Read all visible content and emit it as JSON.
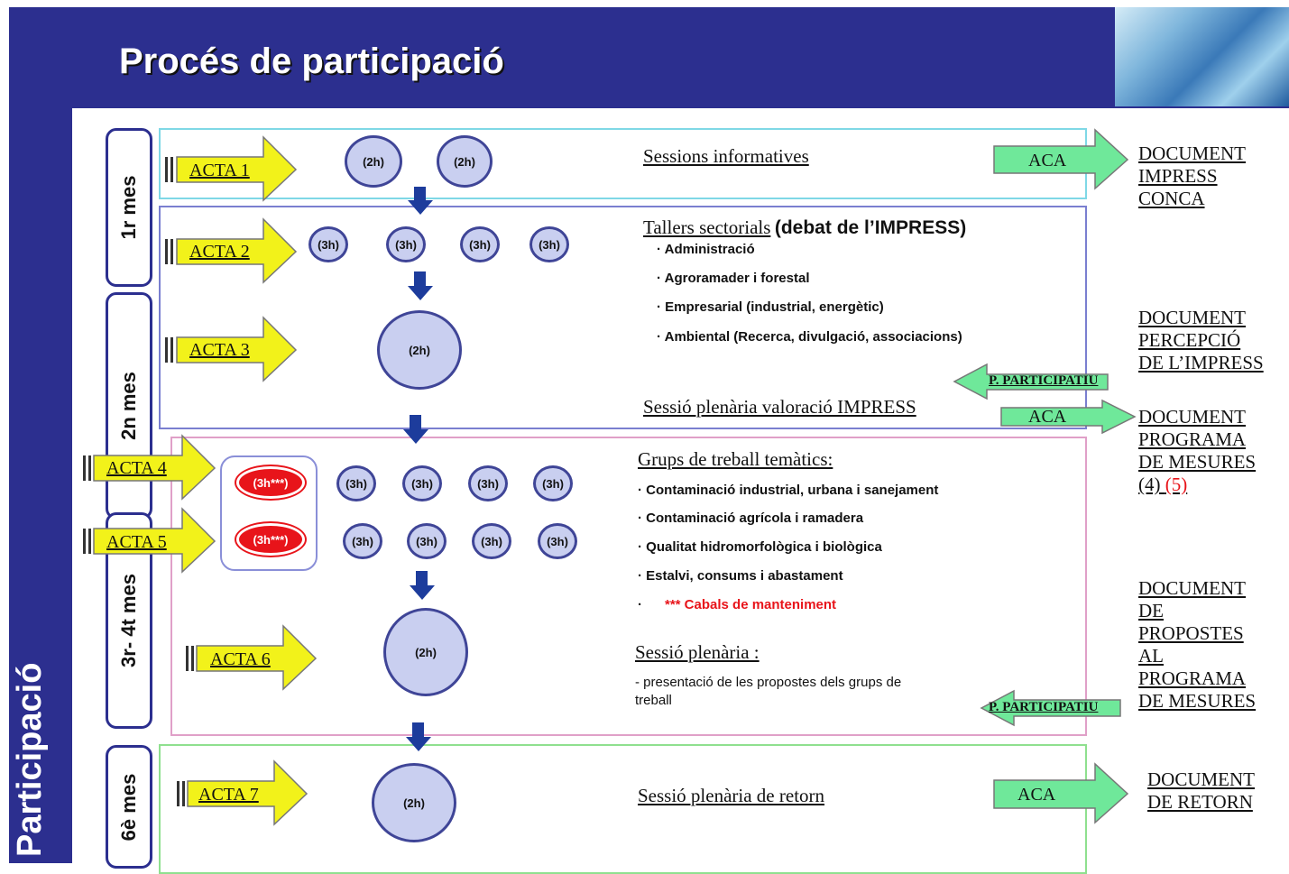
{
  "title": "Procés de participació",
  "section": "Participació",
  "months": [
    "1r mes",
    "2n mes",
    "3r- 4t mes",
    "6è mes"
  ],
  "actes": [
    "ACTA 1",
    "ACTA 2",
    "ACTA 3",
    "ACTA 4",
    "ACTA 5",
    "ACTA 6",
    "ACTA 7"
  ],
  "durations": {
    "h2": "(2h)",
    "h3": "(3h)",
    "h3x": "(3h***)"
  },
  "sessions": {
    "informatives": "Sessions informatives",
    "tallers_title": "Tallers sectorials",
    "tallers_suffix": "(debat de l’IMPRESS)",
    "tallers_items": [
      "· Administració",
      "· Agroramader i forestal",
      "· Empresarial (industrial, energètic)",
      "· Ambiental (Recerca, divulgació, associacions)"
    ],
    "plenaria_valoracio": "Sessió plenària valoració IMPRESS",
    "grups_title": "Grups de treball temàtics:",
    "grups_items": [
      "·   Contaminació industrial, urbana i sanejament",
      "·   Contaminació agrícola i ramadera",
      "·   Qualitat hidromorfològica i biològica",
      "·   Estalvi, consums i abastament"
    ],
    "grups_bullet_red": "·",
    "grups_item_red": "*** Cabals de manteniment",
    "plenaria": "Sessió plenària :",
    "plenaria_desc_1": "- presentació de les propostes dels grups de",
    "plenaria_desc_2": "treball",
    "retorn": "Sessió plenària de retorn"
  },
  "arrows": {
    "aca": "ACA",
    "pp": "P. PARTICIPATIU"
  },
  "documents": {
    "d1": [
      "DOCUMENT",
      "IMPRESS",
      "CONCA"
    ],
    "d2": [
      "DOCUMENT",
      "PERCEPCIÓ",
      "DE L’IMPRESS"
    ],
    "d3": [
      "DOCUMENT",
      "PROGRAMA",
      "DE MESURES"
    ],
    "d3_last_black": "(4)",
    "d3_last_red": "(5)",
    "d4": [
      "DOCUMENT",
      "DE",
      "PROPOSTES",
      "AL",
      "PROGRAMA",
      "DE MESURES"
    ],
    "d5": [
      "DOCUMENT",
      "DE RETORN"
    ]
  },
  "colors": {
    "navy": "#2c2f8f",
    "arrow_yellow": "#f2f21a",
    "arrow_green": "#6fe89a",
    "red": "#e8141a",
    "frame_cyan": "#7fd8e6",
    "frame_blue": "#7a7fd0",
    "frame_pink": "#e0a0c8",
    "frame_green": "#8fe08f"
  }
}
